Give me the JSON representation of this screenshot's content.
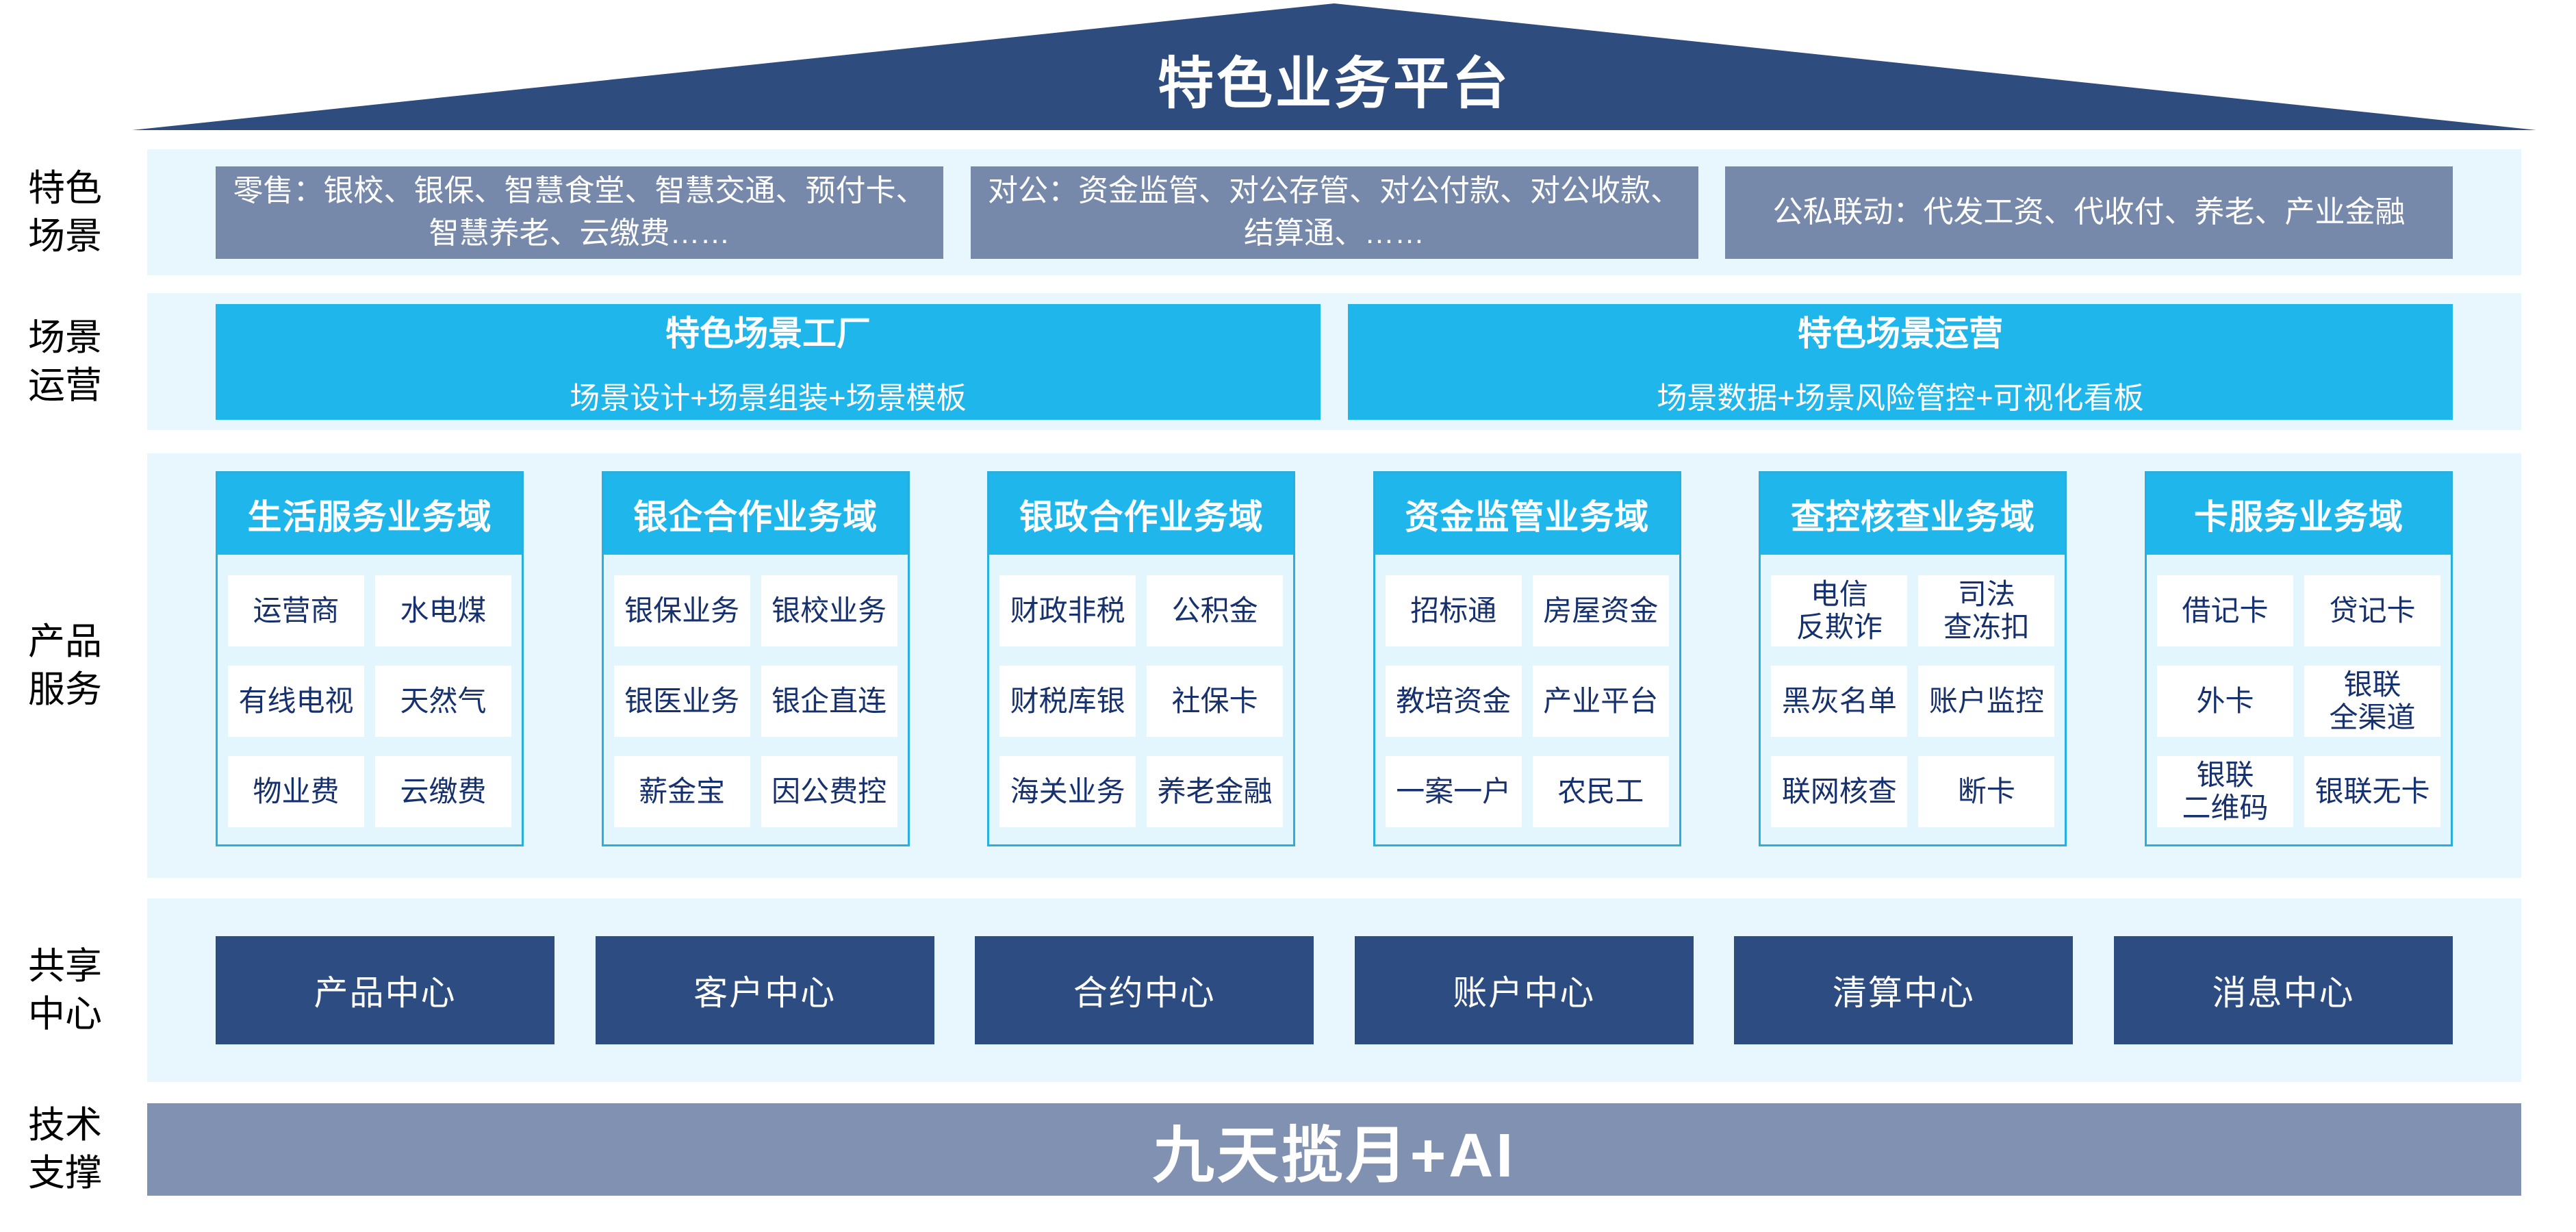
{
  "colors": {
    "navy": "#2F4C7E",
    "steel": "#7789AB",
    "steel-light": "#8191B2",
    "cyan": "#1FB6EC",
    "band": "#E8F7FE",
    "panel": "#E3F6FE",
    "panel-border": "#29AFDE",
    "cell-text": "#16316D",
    "center": "#2C4C82"
  },
  "roof": {
    "title": "特色业务平台"
  },
  "scenes": {
    "label": "特色\n场景",
    "boxes": [
      "零售：银校、银保、智慧食堂、智慧交通、预付卡、智慧养老、云缴费……",
      "对公：资金监管、对公存管、对公付款、对公收款、结算通、……",
      "公私联动：代发工资、代收付、养老、产业金融"
    ]
  },
  "operation": {
    "label": "场景\n运营",
    "boxes": [
      {
        "title": "特色场景工厂",
        "subtitle": "场景设计+场景组装+场景模板"
      },
      {
        "title": "特色场景运营",
        "subtitle": "场景数据+场景风险管控+可视化看板"
      }
    ]
  },
  "products": {
    "label": "产品\n服务",
    "columns": [
      {
        "header": "生活服务业务域",
        "items": [
          "运营商",
          "水电煤",
          "有线电视",
          "天然气",
          "物业费",
          "云缴费"
        ]
      },
      {
        "header": "银企合作业务域",
        "items": [
          "银保业务",
          "银校业务",
          "银医业务",
          "银企直连",
          "薪金宝",
          "因公费控"
        ]
      },
      {
        "header": "银政合作业务域",
        "items": [
          "财政非税",
          "公积金",
          "财税库银",
          "社保卡",
          "海关业务",
          "养老金融"
        ]
      },
      {
        "header": "资金监管业务域",
        "items": [
          "招标通",
          "房屋资金",
          "教培资金",
          "产业平台",
          "一案一户",
          "农民工"
        ]
      },
      {
        "header": "查控核查业务域",
        "items": [
          "电信\n反欺诈",
          "司法\n查冻扣",
          "黑灰名单",
          "账户监控",
          "联网核查",
          "断卡"
        ]
      },
      {
        "header": "卡服务业务域",
        "items": [
          "借记卡",
          "贷记卡",
          "外卡",
          "银联\n全渠道",
          "银联\n二维码",
          "银联无卡"
        ]
      }
    ]
  },
  "shared": {
    "label": "共享\n中心",
    "centers": [
      "产品中心",
      "客户中心",
      "合约中心",
      "账户中心",
      "清算中心",
      "消息中心"
    ]
  },
  "tech": {
    "label": "技术\n支撑",
    "bar": "九天揽月+AI"
  }
}
